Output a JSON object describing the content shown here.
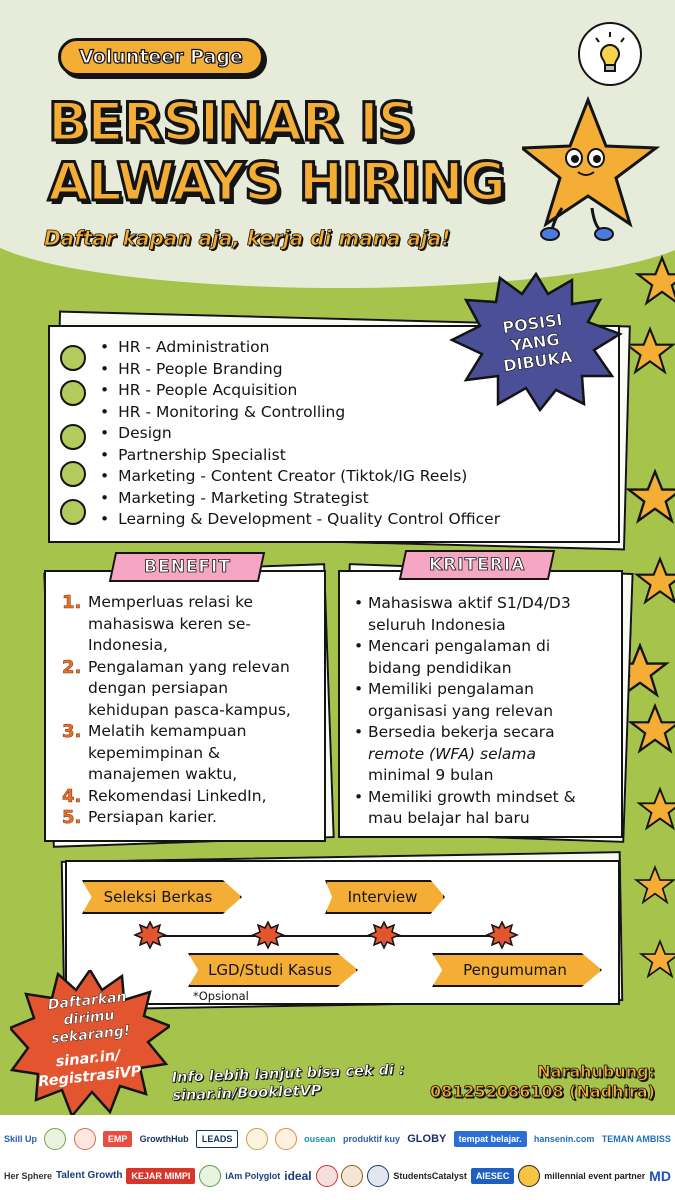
{
  "header": {
    "badge": "Volunteer Page",
    "title_line1": "BERSINAR IS",
    "title_line2": "ALWAYS HIRING",
    "tagline": "Daftar kapan aja, kerja di mana aja!"
  },
  "positions": {
    "label_lines": [
      "POSISI",
      "YANG",
      "DIBUKA"
    ],
    "items": [
      "HR - Administration",
      "HR - People Branding",
      "HR - People Acquisition",
      "HR - Monitoring & Controlling",
      "Design",
      "Partnership Specialist",
      "Marketing - Content Creator (Tiktok/IG Reels)",
      "Marketing - Marketing Strategist",
      "Learning & Development - Quality Control Officer"
    ]
  },
  "benefit": {
    "label": "BENEFIT",
    "items": [
      {
        "num": "1.",
        "lines": [
          "Memperluas relasi ke",
          "mahasiswa keren se-",
          "Indonesia,"
        ]
      },
      {
        "num": "2.",
        "lines": [
          "Pengalaman yang relevan",
          "dengan persiapan",
          "kehidupan pasca-kampus,"
        ]
      },
      {
        "num": "3.",
        "lines": [
          "Melatih kemampuan",
          "kepemimpinan &",
          "manajemen waktu,"
        ]
      },
      {
        "num": "4.",
        "lines": [
          "Rekomendasi LinkedIn,"
        ]
      },
      {
        "num": "5.",
        "lines": [
          "Persiapan karier."
        ]
      }
    ]
  },
  "kriteria": {
    "label": "KRITERIA",
    "items": [
      {
        "lines": [
          "Mahasiswa aktif S1/D4/D3",
          "seluruh Indonesia"
        ]
      },
      {
        "lines": [
          "Mencari pengalaman di",
          "bidang pendidikan"
        ]
      },
      {
        "lines": [
          "Memiliki pengalaman",
          "organisasi yang relevan"
        ]
      },
      {
        "lines": [
          "Bersedia bekerja secara",
          "remote (WFA) selama",
          "minimal 9 bulan"
        ]
      },
      {
        "lines": [
          "Memiliki growth mindset &",
          "mau belajar hal baru"
        ]
      }
    ]
  },
  "flow": {
    "steps": [
      "Seleksi Berkas",
      "Interview",
      "LGD/Studi Kasus",
      "Pengumuman"
    ],
    "note": "*Opsional"
  },
  "cta": {
    "lines": [
      "Daftarkan",
      "dirimu",
      "sekarang!"
    ],
    "link_lines": [
      "sinar.in/",
      "RegistrasiVP"
    ]
  },
  "info": {
    "line1": "Info lebih lanjut bisa cek di :",
    "line2": "sinar.in/BookletVP"
  },
  "contact": {
    "line1": "Narahubung:",
    "line2": "081252086108 (Nadhira)"
  },
  "partners": {
    "row1": [
      "Skill Up",
      "EMP",
      "GrowthHub",
      "LEADS",
      "ousean",
      "produktif kuy",
      "GLOBY",
      "tempat belajar.",
      "hansenin.com",
      "TEMAN AMBISS"
    ],
    "row2": [
      "Her Sphere",
      "Talent Growth",
      "KEJAR MIMPI",
      "iAm Polyglot",
      "ideal",
      "StudentsCatalyst",
      "AIESEC",
      "millennial event partner",
      "MD"
    ]
  },
  "colors": {
    "accent": "#f4ad35",
    "green": "#a6c44c",
    "pink": "#f5a6c3",
    "navy": "#4b4f97",
    "red": "#e2552f"
  }
}
